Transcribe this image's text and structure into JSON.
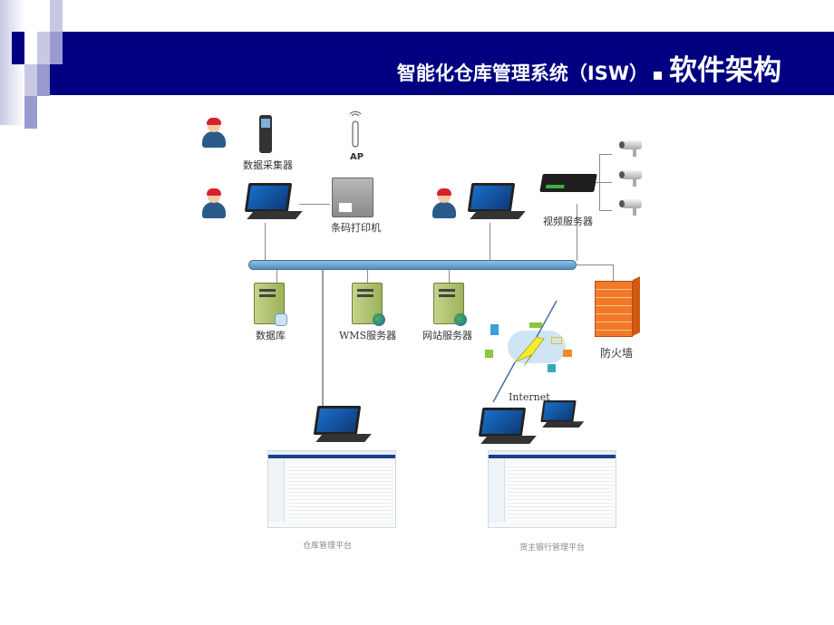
{
  "header": {
    "title": "智能化仓库管理系统（ISW）",
    "subtitle": "软件架构",
    "bar_color": "#000080"
  },
  "diagram": {
    "nodes": {
      "data_collector": {
        "label": "数据采集器",
        "icon": "handheld-scanner-icon"
      },
      "ap": {
        "label": "AP",
        "icon": "wireless-access-point-icon"
      },
      "barcode_printer": {
        "label": "条码打印机",
        "icon": "printer-icon"
      },
      "video_server": {
        "label": "视频服务器",
        "icon": "video-server-icon"
      },
      "database": {
        "label": "数据库",
        "icon": "database-server-icon"
      },
      "wms_server": {
        "label": "WMS服务器",
        "icon": "web-server-icon"
      },
      "web_server": {
        "label": "网站服务器",
        "icon": "web-server-icon"
      },
      "firewall": {
        "label": "防火墙",
        "icon": "firewall-icon"
      },
      "internet": {
        "label": "Internet",
        "icon": "cloud-icon"
      },
      "warehouse_platform": {
        "label": "仓库管理平台",
        "icon": "app-screenshot"
      },
      "bank_platform": {
        "label": "货主银行管理平台",
        "icon": "app-screenshot"
      }
    },
    "colors": {
      "bus": "#5b9bd0",
      "firewall": "#f07a28",
      "server": "#b6c872",
      "lightning": "#f5ec2a"
    }
  }
}
